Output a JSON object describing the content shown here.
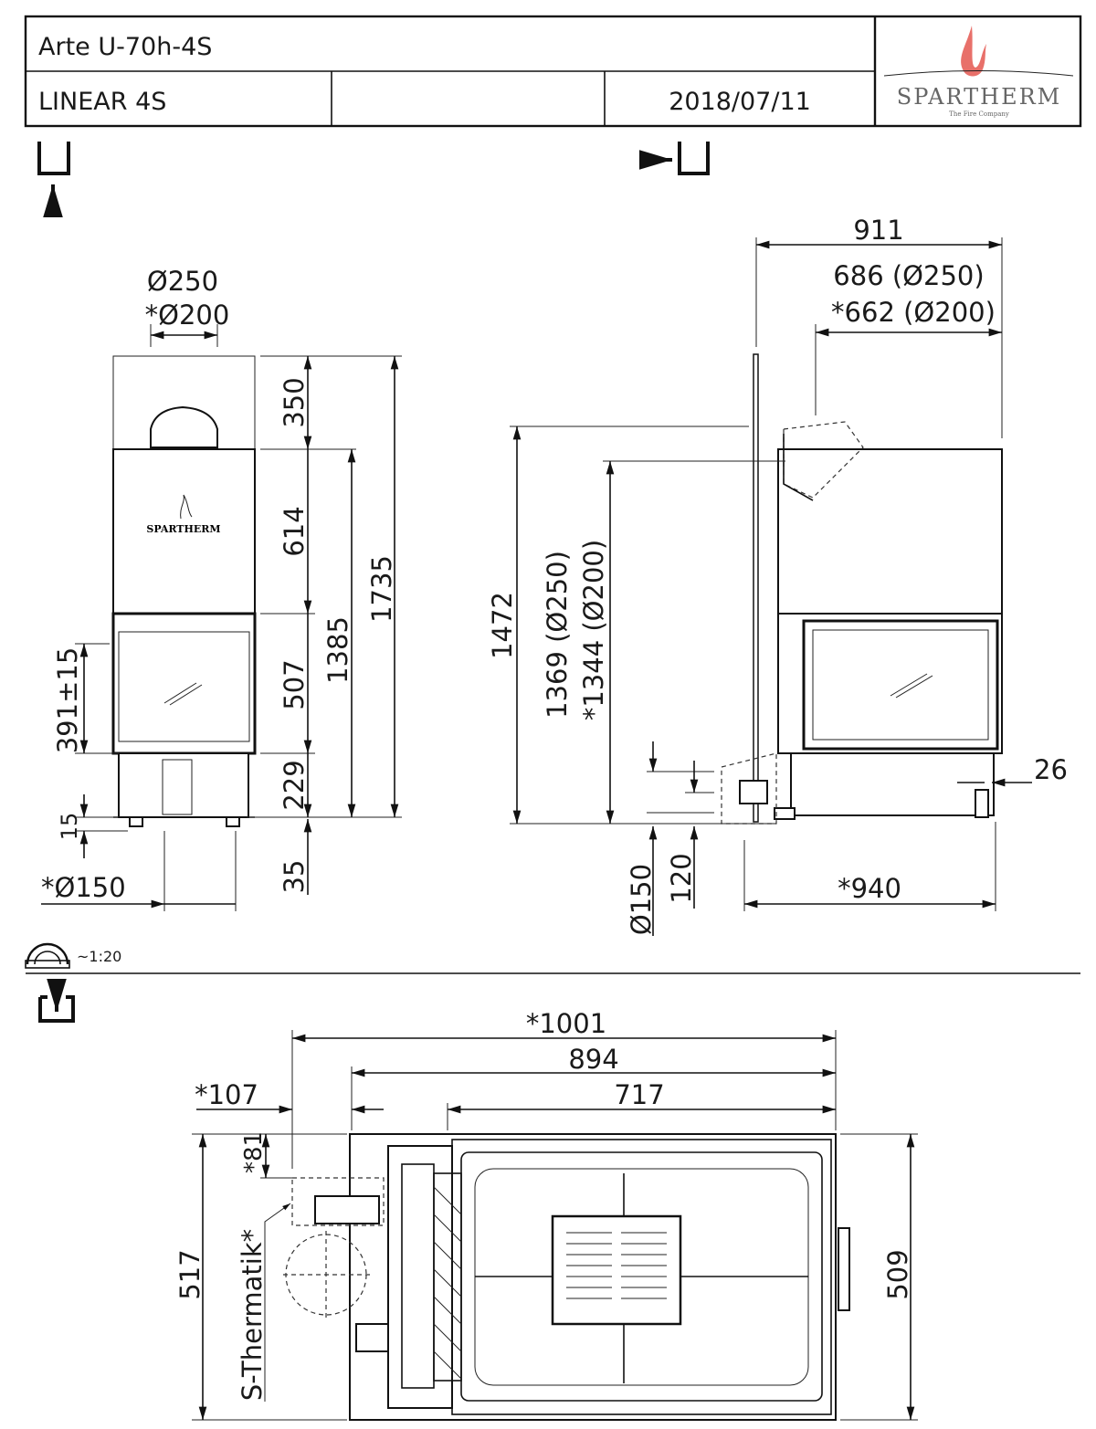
{
  "header": {
    "model": "Arte U-70h-4S",
    "series": "LINEAR 4S",
    "date": "2018/07/11",
    "logo": {
      "brand": "SPARTHERM",
      "tagline": "The Fire Company",
      "flame_color": "#e8706a"
    }
  },
  "scale": {
    "label": "~1:20"
  },
  "front_view": {
    "flue_diameter": "Ø250",
    "flue_diameter_alt": "*Ø200",
    "dim_350": "350",
    "dim_614": "614",
    "dim_507": "507",
    "dim_229": "229",
    "dim_35": "35",
    "dim_1385": "1385",
    "dim_1735": "1735",
    "dim_391": "391±15",
    "dim_15": "15",
    "air_inlet": "*Ø150",
    "plate_brand": "SPARTHERM"
  },
  "side_view": {
    "dim_911": "911",
    "dim_686": "686 (Ø250)",
    "dim_662": "*662 (Ø200)",
    "dim_1472": "1472",
    "dim_1369": "1369 (Ø250)",
    "dim_1344": "*1344 (Ø200)",
    "dim_26": "26",
    "dim_940": "*940",
    "dim_150": "Ø150",
    "dim_120": "120"
  },
  "top_view": {
    "dim_1001": "*1001",
    "dim_894": "894",
    "dim_717": "717",
    "dim_107": "*107",
    "dim_81": "*81",
    "dim_517": "517",
    "dim_509": "509",
    "thermatik": "S-Thermatik*"
  }
}
